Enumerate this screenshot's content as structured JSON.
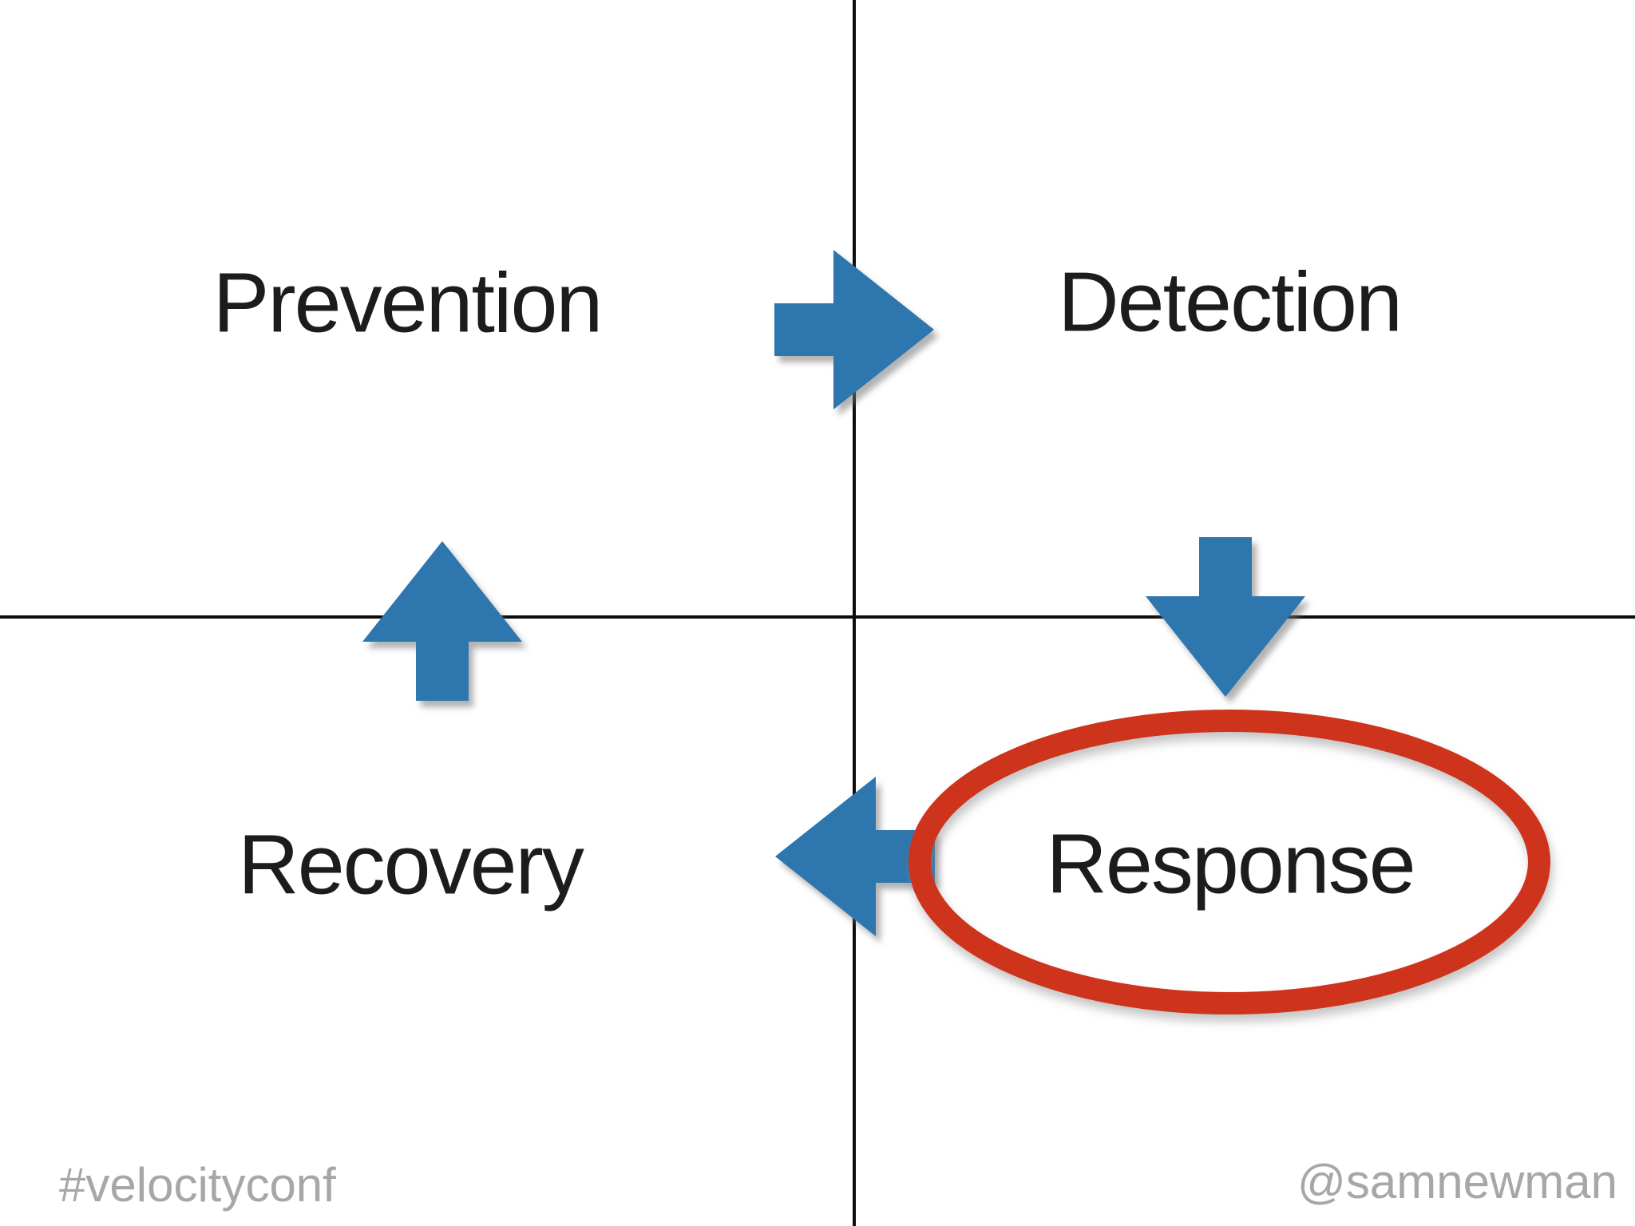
{
  "slide": {
    "quadrants": [
      {
        "name": "prevention",
        "label": "Prevention",
        "position": "top-left",
        "highlighted": false
      },
      {
        "name": "detection",
        "label": "Detection",
        "position": "top-right",
        "highlighted": false
      },
      {
        "name": "response",
        "label": "Response",
        "position": "bottom-right",
        "highlighted": true
      },
      {
        "name": "recovery",
        "label": "Recovery",
        "position": "bottom-left",
        "highlighted": false
      }
    ],
    "flow_arrows": [
      {
        "icon": "arrow-right-icon",
        "from": "Prevention",
        "to": "Detection"
      },
      {
        "icon": "arrow-down-icon",
        "from": "Detection",
        "to": "Response"
      },
      {
        "icon": "arrow-left-icon",
        "from": "Response",
        "to": "Recovery"
      },
      {
        "icon": "arrow-up-icon",
        "from": "Recovery",
        "to": "Prevention"
      }
    ],
    "highlight": {
      "shape": "ellipse",
      "around": "Response"
    },
    "footer": {
      "left": "#velocityconf",
      "right": "@samnewman"
    },
    "colors": {
      "arrow_blue": "#2e76ae",
      "highlight_red": "#ce331c",
      "axis_black": "#0d0d0d",
      "text": "#1c1c1c",
      "footer_gray": "#a7a7a7",
      "background": "#ffffff"
    }
  }
}
